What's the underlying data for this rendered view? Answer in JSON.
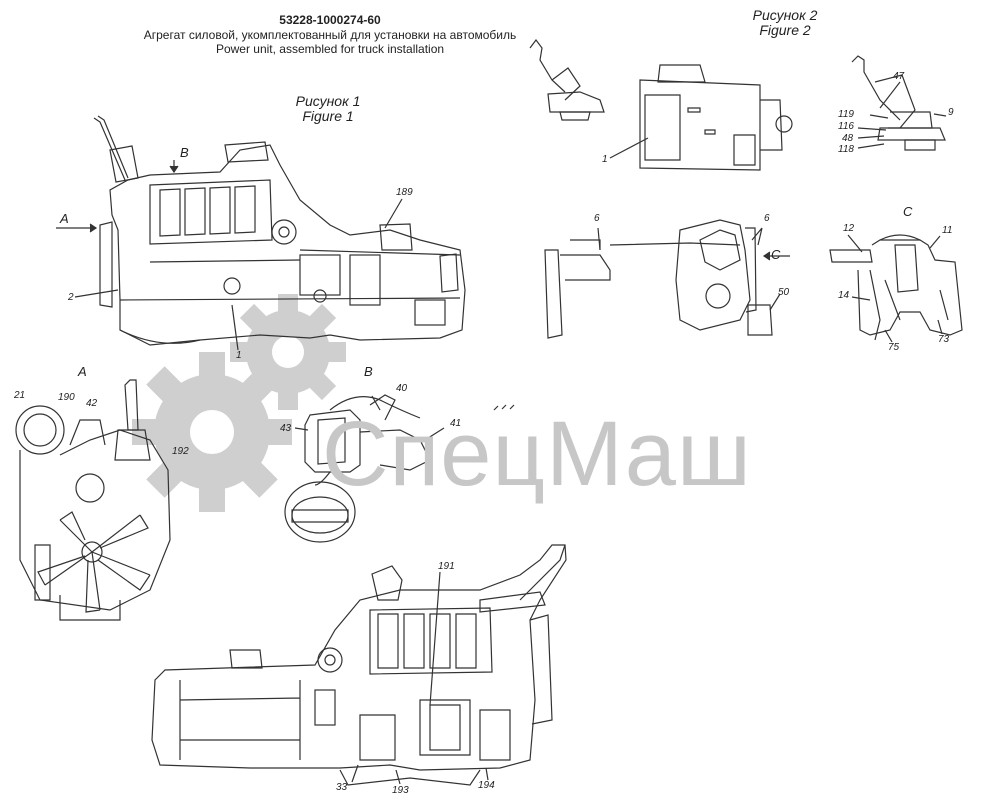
{
  "header": {
    "code": "53228-1000274-60",
    "title_ru": "Агрегат силовой, укомплектованный для установки на автомобиль",
    "title_en": "Power unit, assembled for truck installation"
  },
  "figure1": {
    "ru": "Рисунок 1",
    "en": "Figure 1"
  },
  "figure2": {
    "ru": "Рисунок 2",
    "en": "Figure 2"
  },
  "view_labels": {
    "a": "A",
    "b": "B",
    "c": "C"
  },
  "callouts": {
    "n1": "1",
    "n2": "2",
    "n6": "6",
    "n9": "9",
    "n11": "11",
    "n12": "12",
    "n14": "14",
    "n21": "21",
    "n33": "33",
    "n40": "40",
    "n41": "41",
    "n42": "42",
    "n43": "43",
    "n47": "47",
    "n48": "48",
    "n50": "50",
    "n73": "73",
    "n75": "75",
    "n116": "116",
    "n118": "118",
    "n119": "119",
    "n189": "189",
    "n190": "190",
    "n191": "191",
    "n192": "192",
    "n193": "193",
    "n194": "194"
  },
  "watermark": {
    "text": "СпецМаш",
    "color": "#c7c7c7"
  }
}
